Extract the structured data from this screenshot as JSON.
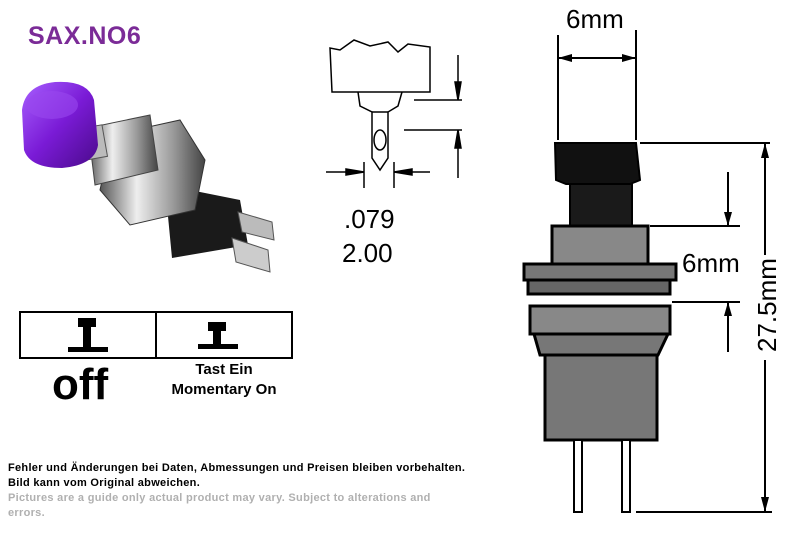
{
  "product": {
    "title": "SAX.NO6",
    "title_color": "#7b2b97",
    "cap_color": "#7a1bd6"
  },
  "pin_drawing": {
    "dim_inch": ".079",
    "dim_mm": "2.00"
  },
  "function_table": {
    "off_label": "off",
    "on_label_de": "Tast Ein",
    "on_label_en": "Momentary On"
  },
  "dimensions": {
    "cap_width": "6mm",
    "thread_length": "6mm",
    "total_height": "27.5mm"
  },
  "disclaimer": {
    "de_line1": "Fehler und Änderungen bei Daten, Abmessungen und Preisen bleiben vorbehalten.",
    "de_line2": "Bild kann vom Original abweichen.",
    "en_line1": "Pictures are a guide only actual product may vary. Subject to alterations and",
    "en_line2": "errors."
  }
}
